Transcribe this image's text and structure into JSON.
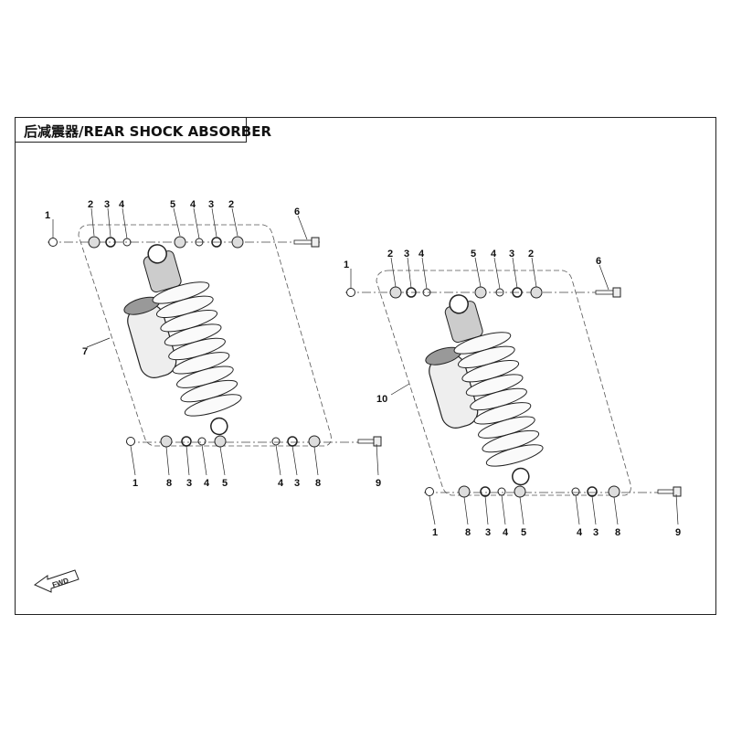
{
  "title": "后减震器/REAR SHOCK ABSORBER",
  "fwd_label": "FWD",
  "assemblies": [
    {
      "assembly_label": "7",
      "top_labels": [
        "1",
        "2",
        "3",
        "4",
        "5",
        "4",
        "3",
        "2",
        "6"
      ],
      "bottom_labels": [
        "1",
        "8",
        "3",
        "4",
        "5",
        "4",
        "3",
        "8",
        "9"
      ]
    },
    {
      "assembly_label": "10",
      "top_labels": [
        "1",
        "2",
        "3",
        "4",
        "5",
        "4",
        "3",
        "2",
        "6"
      ],
      "bottom_labels": [
        "1",
        "8",
        "3",
        "4",
        "5",
        "4",
        "3",
        "8",
        "9"
      ]
    }
  ]
}
